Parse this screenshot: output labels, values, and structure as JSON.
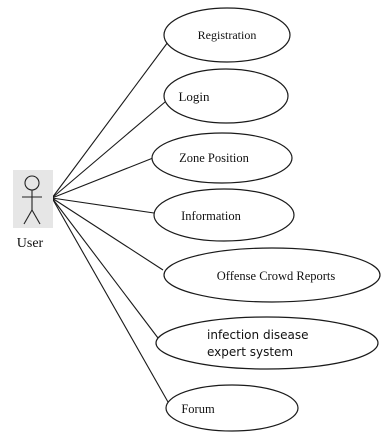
{
  "actor": {
    "label": "User",
    "icon": "stick-figure-icon",
    "background": "#e6e6e6"
  },
  "use_cases": [
    {
      "id": "registration",
      "label_lines": [
        "Registration"
      ],
      "font": "serif"
    },
    {
      "id": "login",
      "label_lines": [
        "Login"
      ],
      "font": "serif"
    },
    {
      "id": "zone-position",
      "label_lines": [
        "Zone Position"
      ],
      "font": "serif"
    },
    {
      "id": "information",
      "label_lines": [
        "Information"
      ],
      "font": "serif"
    },
    {
      "id": "offense-crowd-reports",
      "label_lines": [
        "Offense Crowd Reports"
      ],
      "font": "serif"
    },
    {
      "id": "infection-disease-expert-system",
      "label_lines": [
        "infection disease",
        "expert system"
      ],
      "font": "sans"
    },
    {
      "id": "forum",
      "label_lines": [
        "Forum"
      ],
      "font": "serif"
    }
  ]
}
